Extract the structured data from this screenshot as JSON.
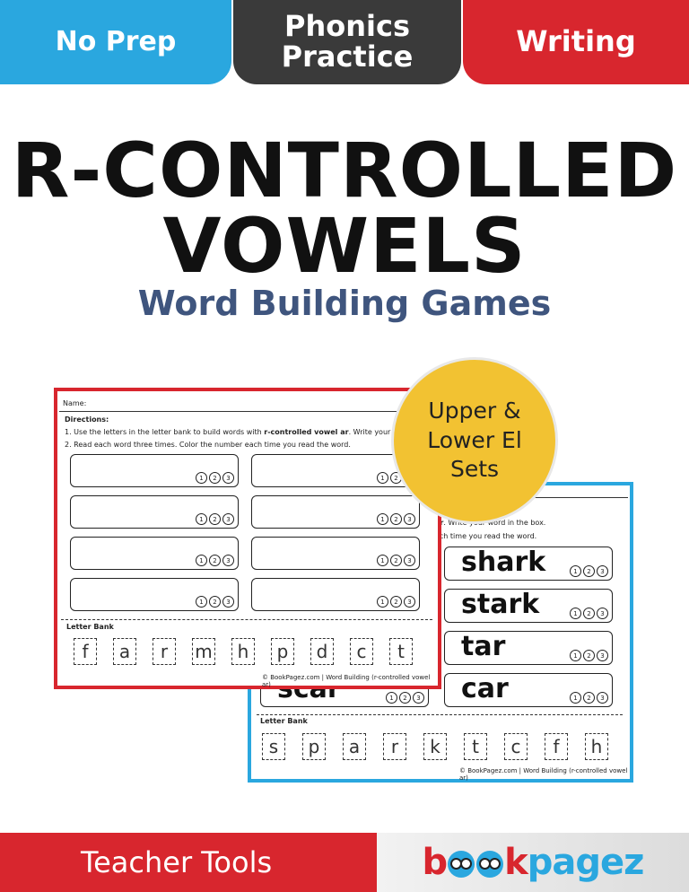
{
  "tabs": {
    "no_prep": "No Prep",
    "phonics_1": "Phonics",
    "phonics_2": "Practice",
    "writing": "Writing"
  },
  "title": {
    "line1": "R-CONTROLLED",
    "line2": "VOWELS"
  },
  "subtitle": "Word Building Games",
  "badge": {
    "line1": "Upper &",
    "line2": "Lower El",
    "line3": "Sets"
  },
  "sheet_front": {
    "name_label": "Name:",
    "directions_label": "Directions:",
    "step1_pre": "1.   Use the letters in the letter bank to build words with ",
    "step1_bold": "r-controlled vowel ar",
    "step1_post": ".  Write your word",
    "step2": "2.   Read each word three times.  Color the number each time you read the word.",
    "letter_bank_label": "Letter Bank",
    "letters": [
      "f",
      "a",
      "r",
      "m",
      "h",
      "p",
      "d",
      "c",
      "t"
    ],
    "footer": "© BookPagez.com  |  Word Building (r-controlled vowel ar)"
  },
  "sheet_back": {
    "dir_fragment_bold": "ar",
    "dir_fragment": ".  Write your word in the box.",
    "dir_fragment2": "ach time you read the word.",
    "words": [
      "shark",
      "stark",
      "tar",
      "car"
    ],
    "partial_word": "scar",
    "letter_bank_label": "Letter Bank",
    "letters": [
      "s",
      "p",
      "a",
      "r",
      "k",
      "t",
      "c",
      "f",
      "h"
    ],
    "footer": "© BookPagez.com  |  Word Building (r-controlled vowel ar)"
  },
  "circle_numbers": [
    "1",
    "2",
    "3"
  ],
  "footer": {
    "left": "Teacher Tools",
    "logo_b": "b",
    "logo_k": "k",
    "logo_rest": "pagez"
  }
}
